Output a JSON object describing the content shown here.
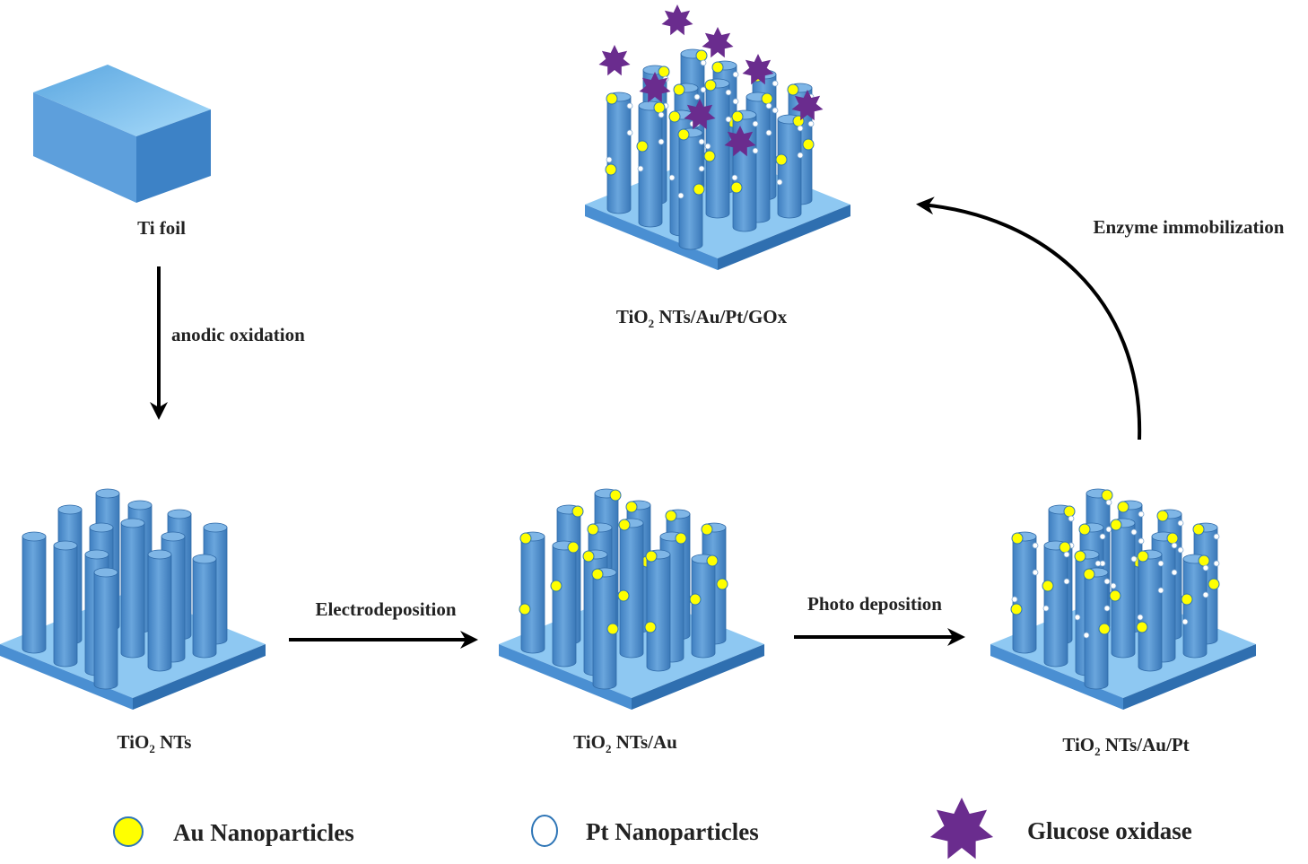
{
  "colors": {
    "tube": "#5b9bd5",
    "tube_dark": "#3d7fbf",
    "tube_top": "#7fb6e6",
    "plate_top": "#8ec8f2",
    "plate_side": "#4a8fd2",
    "au": "#ffff00",
    "au_stroke": "#2e75b6",
    "pt": "#ffffff",
    "gox": "#6a2c8e",
    "arrow": "#000000"
  },
  "stages": {
    "ti_foil": {
      "label": "Ti foil"
    },
    "tio2_nts": {
      "label_pre": "TiO",
      "label_sub": "2",
      "label_post": " NTs"
    },
    "tio2_au": {
      "label_pre": "TiO",
      "label_sub": "2",
      "label_post": " NTs/Au"
    },
    "tio2_au_pt": {
      "label_pre": "TiO",
      "label_sub": "2",
      "label_post": " NTs/Au/Pt"
    },
    "tio2_au_pt_gox": {
      "label_pre": "TiO",
      "label_sub": "2",
      "label_post": " NTs/Au/Pt/GOx"
    }
  },
  "steps": {
    "anodic": "anodic oxidation",
    "electro": "Electrodeposition",
    "photo": "Photo deposition",
    "enzyme": "Enzyme immobilization"
  },
  "legend": {
    "au": {
      "label": "Au Nanoparticles",
      "icon": "yellow-circle"
    },
    "pt": {
      "label": "Pt Nanoparticles",
      "icon": "white-circle"
    },
    "gox": {
      "label": "Glucose oxidase",
      "icon": "purple-star"
    }
  }
}
